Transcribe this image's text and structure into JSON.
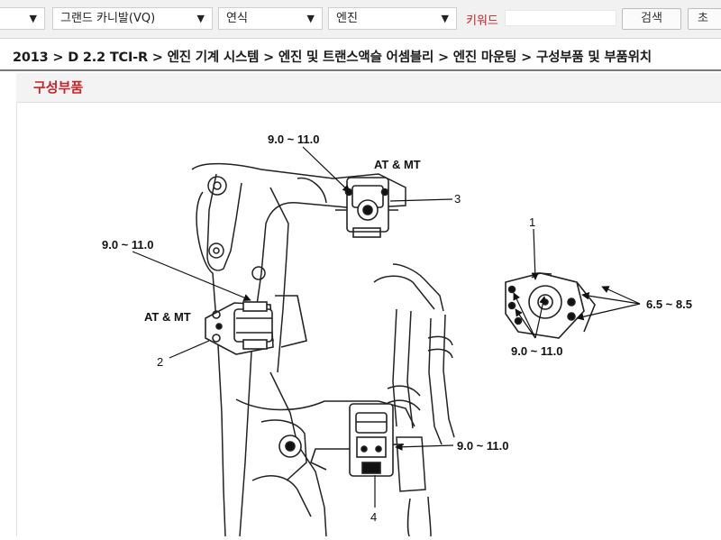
{
  "toolbar": {
    "select_make": "",
    "select_model": "그랜드 카니발(VQ)",
    "select_year": "연식",
    "select_engine": "엔진",
    "keyword_label": "키워드",
    "keyword_value": "",
    "search_label": "검색",
    "reset_label": "초"
  },
  "breadcrumb": "2013 > D 2.2 TCI-R > 엔진 기계 시스템 > 엔진 및 트랜스액슬 어셈블리 > 엔진 마운팅 > 구성부품 및 부품위치",
  "section_title": "구성부품",
  "diagram": {
    "torque_top": "9.0 ~ 11.0",
    "at_mt_top": "AT & MT",
    "callout_3": "3",
    "torque_left": "9.0 ~ 11.0",
    "at_mt_left": "AT & MT",
    "callout_2": "2",
    "callout_1": "1",
    "torque_right_a": "6.5 ~ 8.5",
    "torque_right_b": "9.0 ~ 11.0",
    "torque_bottom": "9.0 ~ 11.0",
    "callout_4": "4"
  }
}
